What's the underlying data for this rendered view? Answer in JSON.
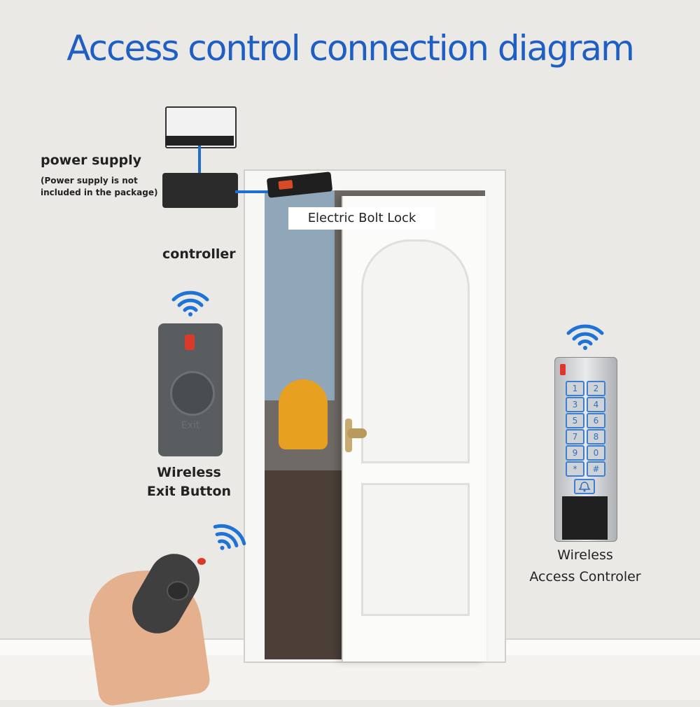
{
  "title": "Access control connection diagram",
  "labels": {
    "power_supply": "power supply",
    "power_note_line1": "(Power supply is not",
    "power_note_line2": "included in the package)",
    "controller": "controller",
    "electric_bolt_lock": "Electric Bolt Lock",
    "exit_button_line1": "Wireless",
    "exit_button_line2": "Exit Button",
    "access_controller_line1": "Wireless",
    "access_controller_line2": "Access Controler",
    "exit_button_face": "Exit"
  },
  "keypad_keys": [
    "1",
    "2",
    "3",
    "4",
    "5",
    "6",
    "7",
    "8",
    "9",
    "0",
    "*",
    "#"
  ],
  "colors": {
    "title_blue": "#1f5fc4",
    "wire_blue": "#1f6fd0",
    "wifi_blue": "#1e73d6"
  },
  "icons": {
    "wifi": "wifi-icon",
    "bell": "bell-icon"
  }
}
